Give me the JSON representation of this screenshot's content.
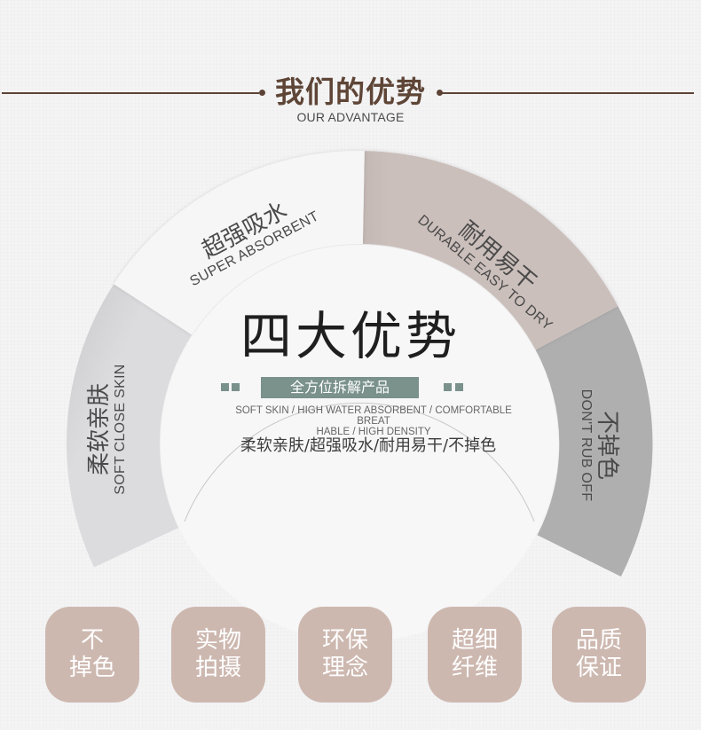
{
  "header": {
    "title": "我们的优势",
    "subtitle": "OUR ADVANTAGE"
  },
  "segments": [
    {
      "cn": "柔软亲肤",
      "en": "SOFT CLOSE SKIN",
      "color": "#dcdcdf"
    },
    {
      "cn": "超强吸水",
      "en": "SUPER ABSORBENT",
      "color": "#f5f5f5"
    },
    {
      "cn": "耐用易干",
      "en": "DURABLE EASY TO DRY",
      "color": "#cbbfbb"
    },
    {
      "cn": "不掉色",
      "en": "DON'T RUB OFF",
      "color": "#afafaf"
    }
  ],
  "center": {
    "title": "四大优势",
    "badge": "全方位拆解产品",
    "en_desc_line1": "SOFT SKIN / HIGH WATER ABSORBENT / COMFORTABLE BREAT",
    "en_desc_line2": "HABLE / HIGH DENSITY",
    "cn_desc": "柔软亲肤/超强吸水/耐用易干/不掉色"
  },
  "chips": [
    {
      "line1": "不",
      "line2": "掉色"
    },
    {
      "line1": "实物",
      "line2": "拍摄"
    },
    {
      "line1": "环保",
      "line2": "理念"
    },
    {
      "line1": "超细",
      "line2": "纤维"
    },
    {
      "line1": "品质",
      "line2": "保证"
    }
  ],
  "colors": {
    "title_brown": "#5e4536",
    "badge_green": "#7a918c",
    "chip_bg": "#cdb8b0"
  }
}
